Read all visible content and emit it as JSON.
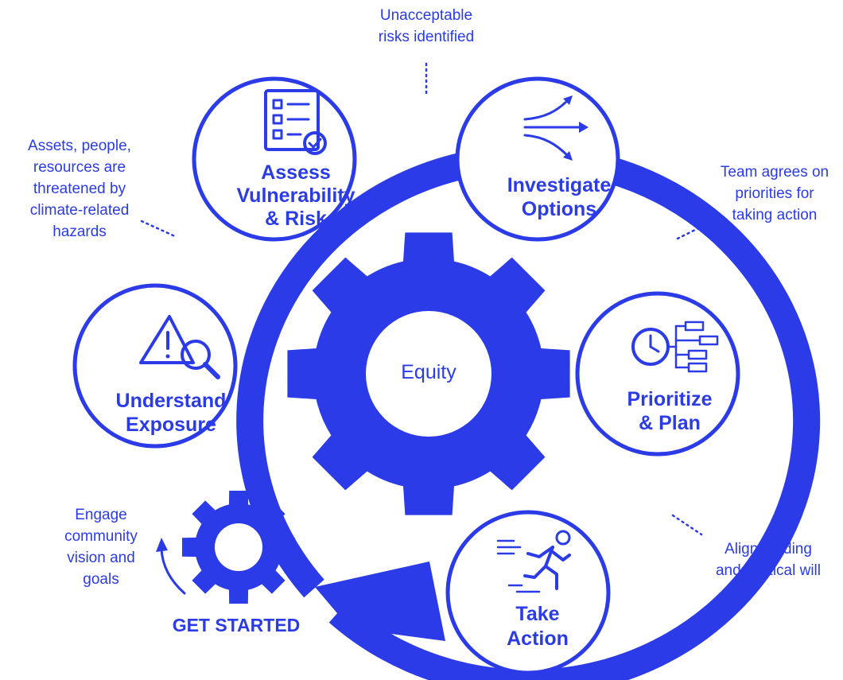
{
  "colors": {
    "primary": "#2b3be8",
    "background": "#ffffff"
  },
  "center": {
    "label": "Equity"
  },
  "start": {
    "label": "GET STARTED",
    "icon": "gear-icon"
  },
  "steps": [
    {
      "lines": [
        "Understand",
        "Exposure"
      ],
      "icon": "warning-magnifier-icon"
    },
    {
      "lines": [
        "Assess",
        "Vulnerability",
        "& Risk"
      ],
      "icon": "checklist-icon"
    },
    {
      "lines": [
        "Investigate",
        "Options"
      ],
      "icon": "diverging-arrows-icon"
    },
    {
      "lines": [
        "Prioritize",
        "& Plan"
      ],
      "icon": "clock-flowchart-icon"
    },
    {
      "lines": [
        "Take",
        "Action"
      ],
      "icon": "running-person-icon"
    }
  ],
  "notes": {
    "engage": [
      "Engage",
      "community",
      "vision and",
      "goals"
    ],
    "assets": [
      "Assets, people,",
      "resources are",
      "threatened by",
      "climate-related",
      "hazards"
    ],
    "unacceptable": [
      "Unacceptable",
      "risks identified"
    ],
    "team": [
      "Team agrees on",
      "priorities for",
      "taking action"
    ],
    "align": [
      "Align funding",
      "and political will"
    ]
  }
}
